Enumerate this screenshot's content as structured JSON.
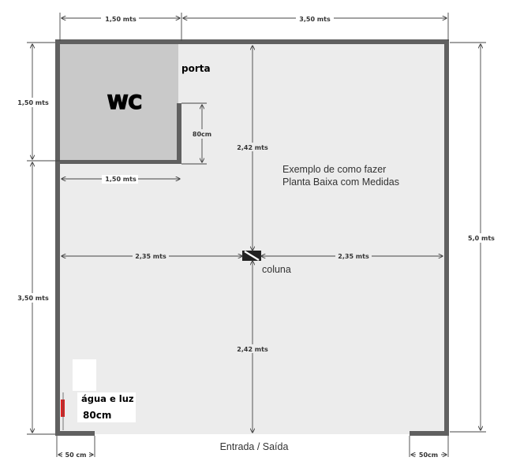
{
  "labels": {
    "top_left_width": "1,50 mts",
    "top_right_width": "3,50 mts",
    "wc_height": "1,50 mts",
    "lower_left_height": "3,50 mts",
    "wc_bottom_width": "1,50 mts",
    "total_height": "5,0 mts",
    "upper_center_height": "2,42 mts",
    "lower_center_height": "2,42 mts",
    "left_center_width": "2,35 mts",
    "right_center_width": "2,35 mts",
    "door_width": "80cm",
    "bottom_left_wall": "50 cm",
    "bottom_right_wall": "50cm",
    "wc": "WC",
    "porta": "porta",
    "coluna": "coluna",
    "note_line1": "Exemplo de como fazer",
    "note_line2": "Planta Baixa com Medidas",
    "agua_luz": "água e luz",
    "agua_luz_size": "80cm",
    "entrada": "Entrada / Saída"
  },
  "colors": {
    "floor": "#ececec",
    "wc_room": "#c9c9c9",
    "wall": "#606060",
    "dimension_line": "#444444",
    "utility_marker": "#e02020"
  }
}
